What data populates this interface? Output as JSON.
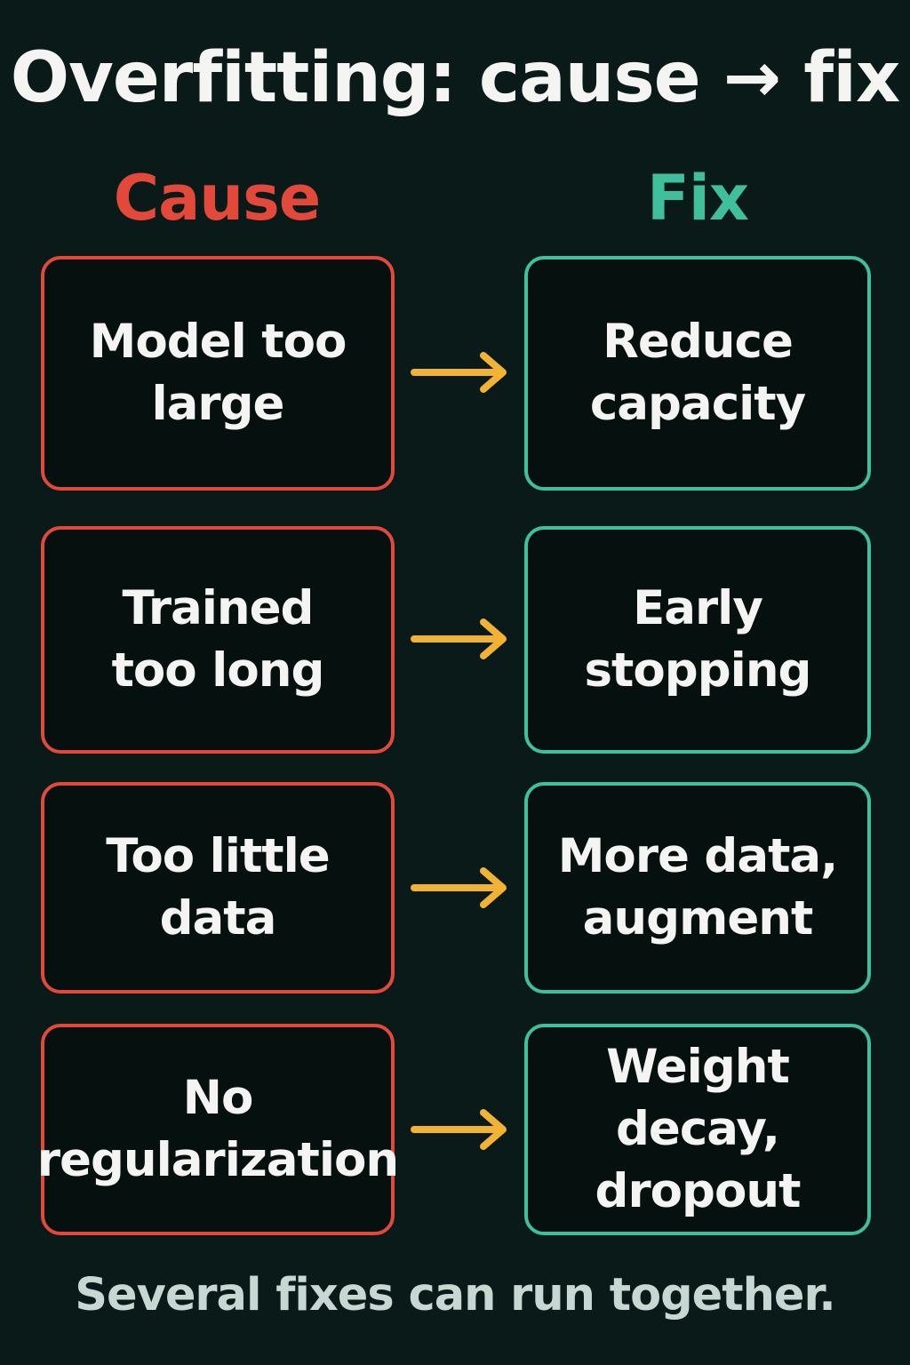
{
  "title": "Overfitting: cause → fix",
  "headings": {
    "cause": "Cause",
    "fix": "Fix"
  },
  "colors": {
    "background": "#0a1a18",
    "cause": "#e2493a",
    "fix": "#3fbf9c",
    "arrow": "#f2b233",
    "text": "#f4f4f2",
    "footer": "#c7d7d2"
  },
  "rows": [
    {
      "cause": "Model too\nlarge",
      "fix": "Reduce\ncapacity"
    },
    {
      "cause": "Trained\ntoo long",
      "fix": "Early\nstopping"
    },
    {
      "cause": "Too little\ndata",
      "fix": "More data,\naugment"
    },
    {
      "cause": "No\nregularization",
      "fix": "Weight decay,\ndropout"
    }
  ],
  "footer": "Several fixes can run together."
}
